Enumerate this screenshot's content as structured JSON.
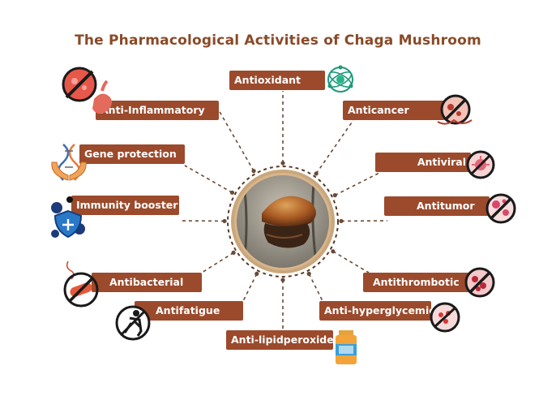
{
  "title": "The Pharmacological Activities of  Chaga Mushroom",
  "colors": {
    "label_bg": "#9b4a2c",
    "title": "#8a4a27",
    "connector": "#6b4a36",
    "ring": "#c9a77c",
    "prohibit": "#1a1a1a"
  },
  "activities": [
    {
      "id": "antioxidant",
      "label": "Antioxidant",
      "icon": "atom-icon"
    },
    {
      "id": "anti-inflammatory",
      "label": "Anti-Inflammatory",
      "icon": "inflamed-stomach-icon"
    },
    {
      "id": "anticancer",
      "label": "Anticancer",
      "icon": "cancer-cell-icon"
    },
    {
      "id": "gene-protection",
      "label": "Gene protection",
      "icon": "dna-hands-icon"
    },
    {
      "id": "antiviral",
      "label": "Antiviral",
      "icon": "virus-icon"
    },
    {
      "id": "immunity-booster",
      "label": "Immunity booster",
      "icon": "immune-shield-icon"
    },
    {
      "id": "antitumor",
      "label": "Antitumor",
      "icon": "tumor-cell-icon"
    },
    {
      "id": "antibacterial",
      "label": "Antibacterial",
      "icon": "bacteria-icon"
    },
    {
      "id": "antithrombotic",
      "label": "Antithrombotic",
      "icon": "blood-clot-icon"
    },
    {
      "id": "antifatigue",
      "label": "Antifatigue",
      "icon": "tired-person-icon"
    },
    {
      "id": "anti-hyperglycemic",
      "label": "Anti-hyperglycemic",
      "icon": "blood-sugar-icon"
    },
    {
      "id": "anti-lipidperoxide",
      "label": "Anti-lipidperoxide",
      "icon": "medicine-bottle-icon"
    }
  ],
  "center": {
    "icon": "chaga-mushroom-icon"
  }
}
